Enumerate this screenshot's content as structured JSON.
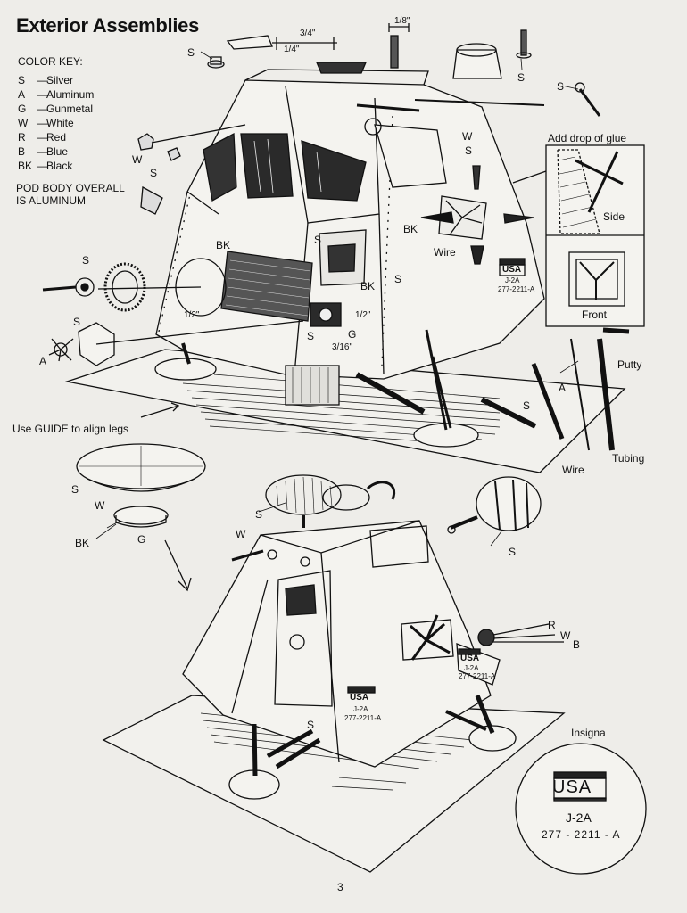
{
  "title": "Exterior Assemblies",
  "color_key": {
    "heading": "COLOR KEY:",
    "items": [
      {
        "code": "S",
        "name": "Silver"
      },
      {
        "code": "A",
        "name": "Aluminum"
      },
      {
        "code": "G",
        "name": "Gunmetal"
      },
      {
        "code": "W",
        "name": "White"
      },
      {
        "code": "R",
        "name": "Red"
      },
      {
        "code": "B",
        "name": "Blue"
      },
      {
        "code": "BK",
        "name": "Black"
      }
    ]
  },
  "body_note": [
    "POD BODY OVERALL",
    "IS ALUMINUM"
  ],
  "glue_panel": {
    "title": "Add drop of glue",
    "side_label": "Side",
    "front_label": "Front"
  },
  "guide_note": "Use GUIDE to align legs",
  "part_labels": {
    "putty": "Putty",
    "tubing": "Tubing",
    "wire": "Wire",
    "wire_side": "Wire",
    "aluminum": "A",
    "silver": "S",
    "white": "W",
    "black": "BK",
    "gunmetal": "G",
    "red": "R",
    "blue": "B"
  },
  "dimensions": {
    "top_center": "3/4\"",
    "top_left": "1/4\"",
    "top_right": "1/8\"",
    "side_half": "1/2\"",
    "side_small": "1/2\"",
    "side_frac": "3/16\""
  },
  "decal": {
    "country": "USA",
    "model": "J-2A",
    "number": "277-2211-A"
  },
  "insignia": {
    "title": "Insigna",
    "country": "USA",
    "model": "J-2A",
    "number": "277 - 2211 - A"
  },
  "page_number": "3",
  "colors": {
    "paper": "#eeede9",
    "ink": "#111111",
    "hull": "#f4f3ef",
    "dark": "#2a2a2a"
  }
}
